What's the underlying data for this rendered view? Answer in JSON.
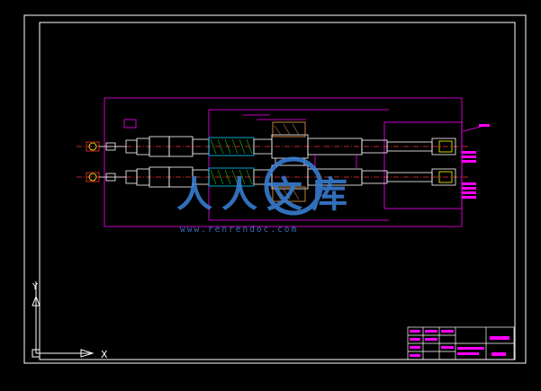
{
  "drawing": {
    "background": "#000000",
    "frame_color": "#ffffff",
    "outline_color": "#ff00ff",
    "part_color": "#ffffff",
    "hatch_color": "#00d000",
    "centerline_color": "#ff3030",
    "highlight_color": "#ffff00"
  },
  "ucs": {
    "x_label": "X",
    "y_label": "Y"
  },
  "watermark": {
    "text": "人人文库",
    "url": "www.renrendoc.com",
    "color": "#3a7fd5"
  },
  "title_block": {
    "label_color": "#ff00ff"
  }
}
